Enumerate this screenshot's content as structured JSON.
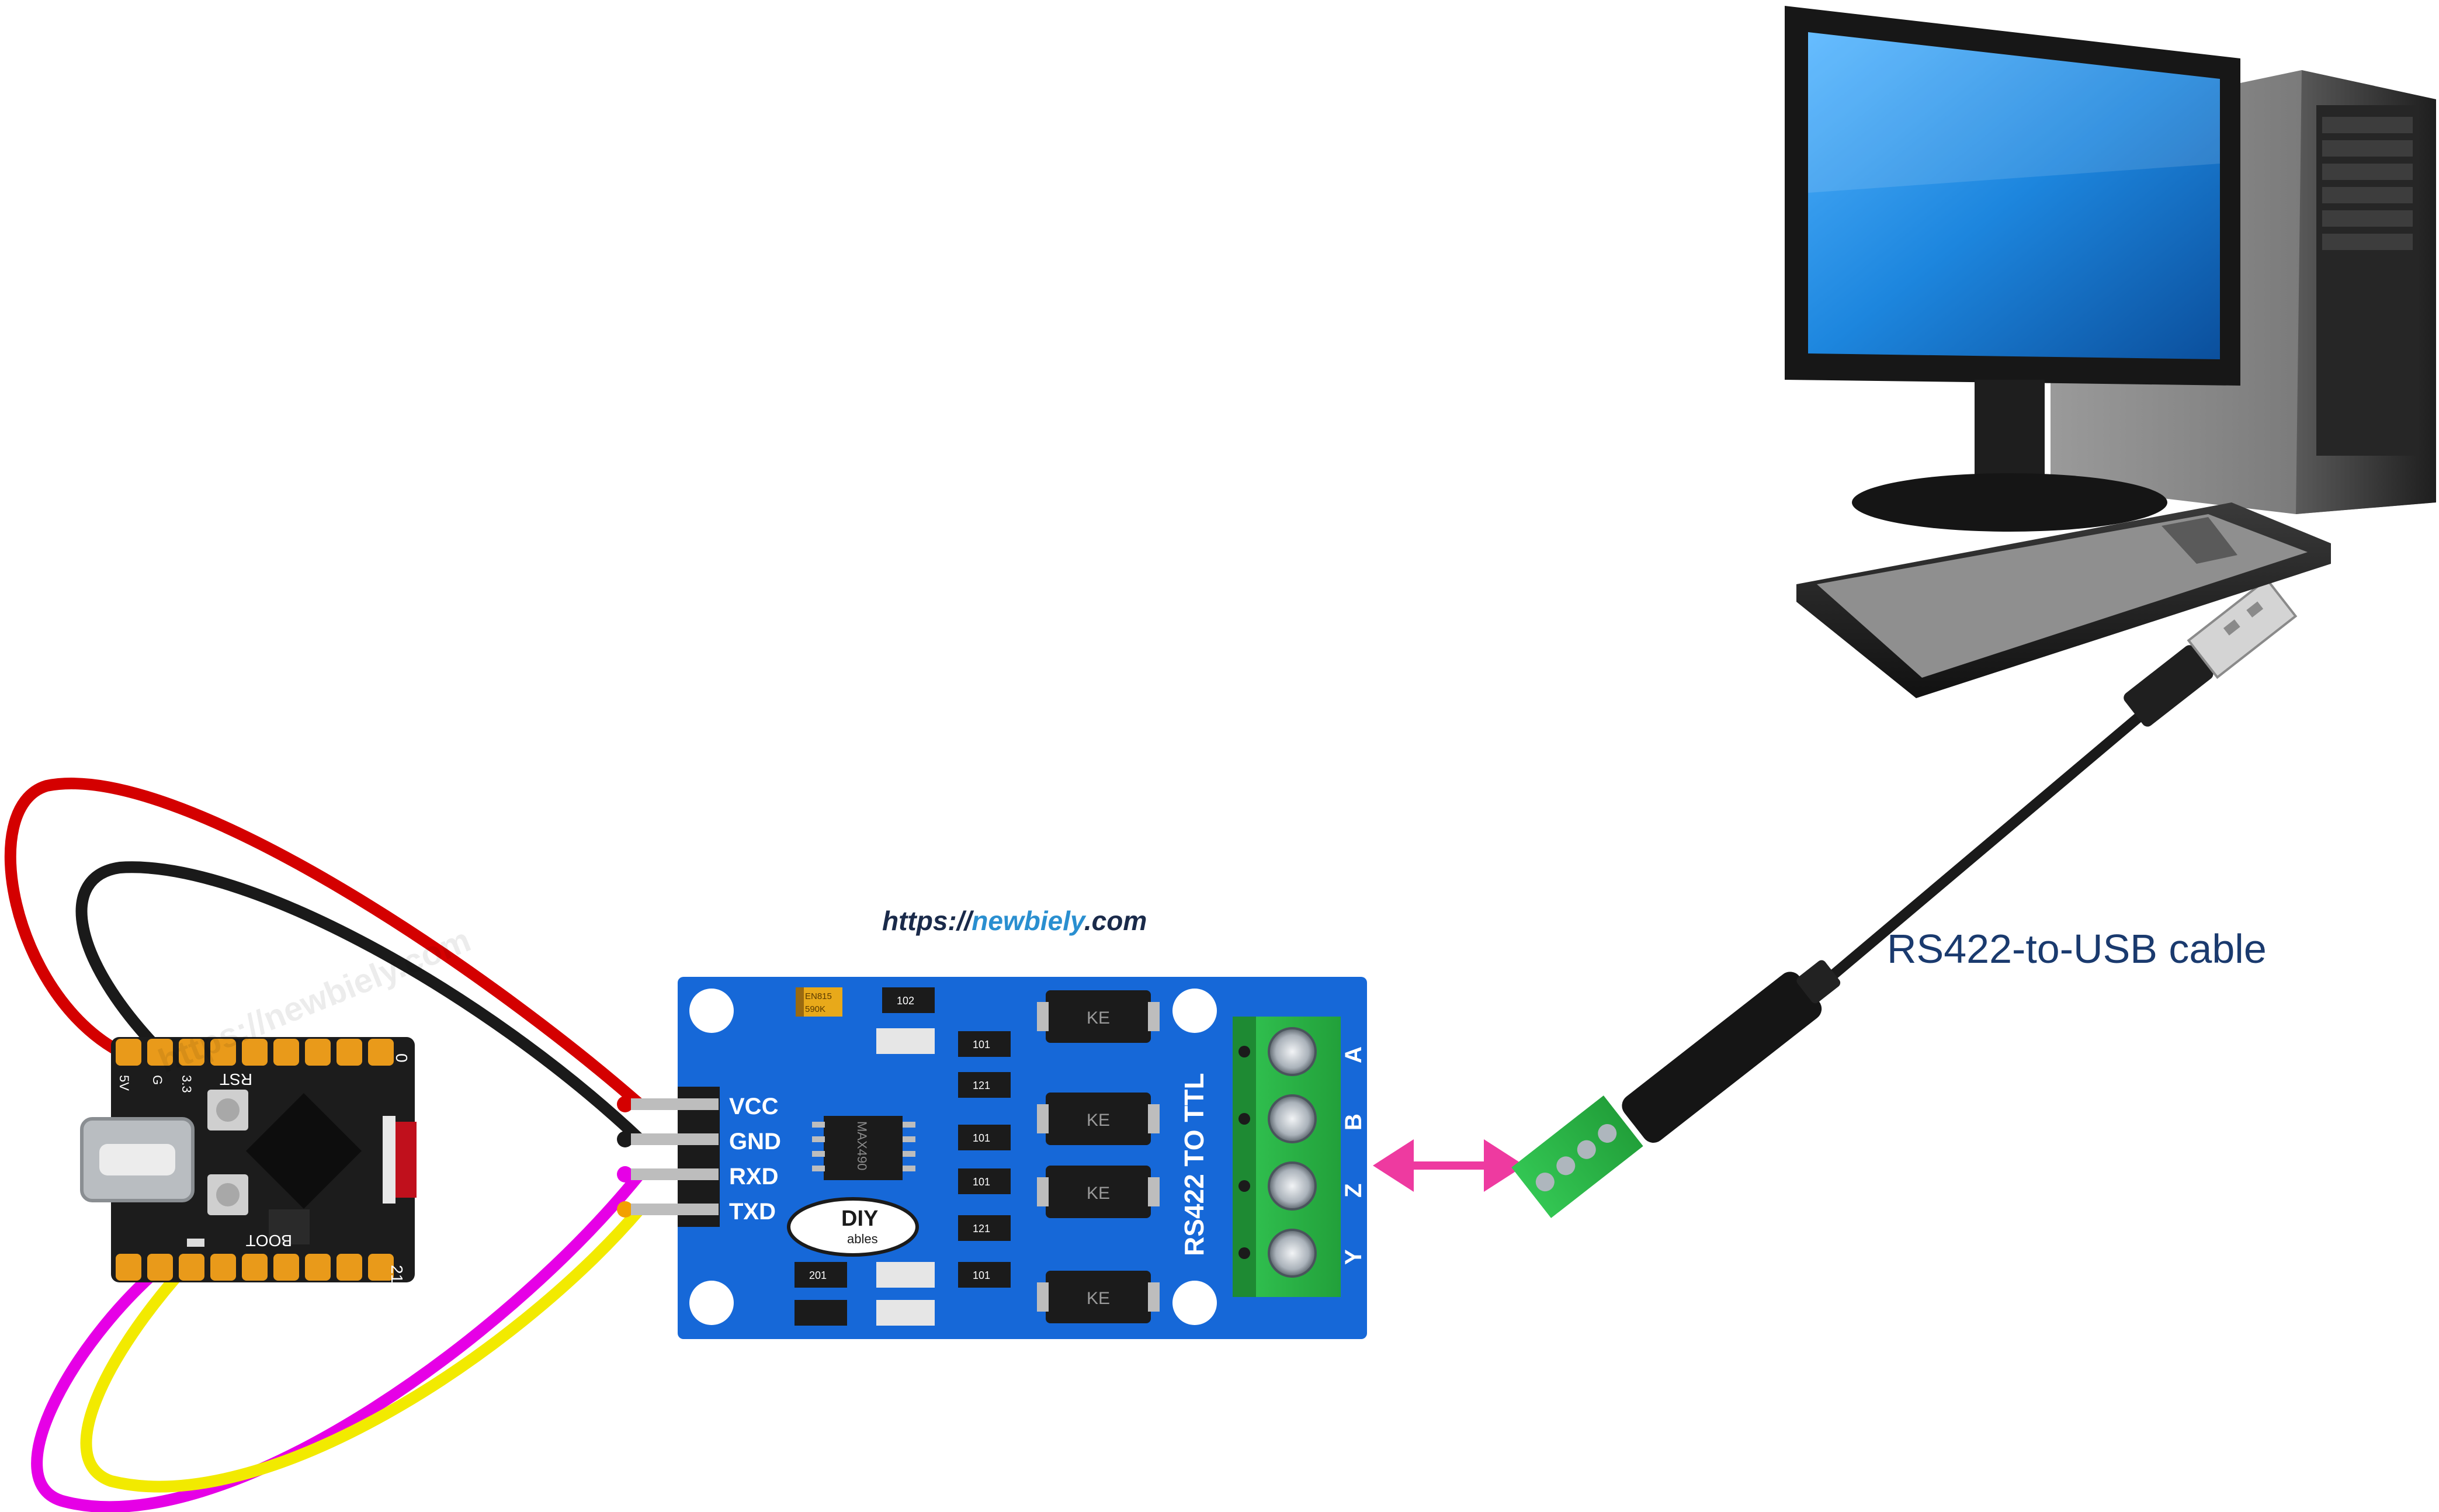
{
  "watermark": {
    "url_prefix": "https://",
    "url_domain": "newbiely",
    "url_suffix": ".com",
    "faint_text": "https://newbiely.com"
  },
  "cable_label": "RS422-to-USB cable",
  "module": {
    "pins": [
      "VCC",
      "GND",
      "RXD",
      "TXD"
    ],
    "title": "RS422 TO TTL",
    "terminals": [
      "A",
      "B",
      "Z",
      "Y"
    ],
    "chip_text": "MAX490",
    "cap_text_1": "EN815",
    "cap_text_2": "590K",
    "resistors": [
      "102",
      "101",
      "121",
      "101",
      "101",
      "121",
      "101",
      "201"
    ],
    "diodes": [
      "KE",
      "KE",
      "KE",
      "KE"
    ],
    "logo_text": "DIY",
    "logo_sub": "ables"
  },
  "board": {
    "top_labels": [
      "5V",
      "G",
      "3.3",
      "RST",
      "0"
    ],
    "bottom_labels": [
      "BOOT",
      "21"
    ]
  },
  "colors": {
    "wire_vcc": "#d40000",
    "wire_gnd": "#1a1a1a",
    "wire_rxd": "#e600e6",
    "wire_txd": "#f2ea00",
    "module_pcb": "#1668d8",
    "terminal_green": "#2fbf4a",
    "arrow": "#ee3aa0",
    "screen": "#1a7fd6",
    "label_text": "#1a3a6e"
  }
}
